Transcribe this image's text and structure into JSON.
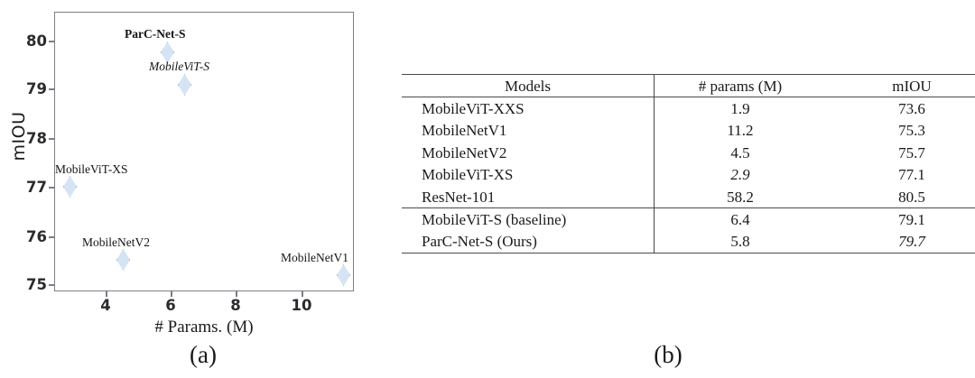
{
  "chart_data": [
    {
      "type": "scatter",
      "panel": "a",
      "caption": "(a)",
      "title": "",
      "xlabel": "# Params. (M)",
      "ylabel": "mIOU",
      "xlim": [
        2.2,
        11.9
      ],
      "ylim": [
        75.0,
        80.45
      ],
      "xticks": [
        "4",
        "6",
        "8",
        "10"
      ],
      "xtick_values": [
        4,
        6,
        8,
        10
      ],
      "yticks": [
        "75",
        "76",
        "77",
        "78",
        "79",
        "80"
      ],
      "ytick_values": [
        75,
        76,
        77,
        78,
        79,
        80
      ],
      "grid": false,
      "legend": "none",
      "marker": "diamond",
      "marker_fill": "#d5e3f5",
      "marker_edge": "#7ea6d6",
      "points": [
        {
          "label": "ParC-Net-S",
          "x": 5.8,
          "y": 79.7,
          "style": "bold",
          "label_pos": "above"
        },
        {
          "label": "MobileViT-S",
          "x": 6.4,
          "y": 79.1,
          "style": "italic",
          "label_pos": "above"
        },
        {
          "label": "MobileViT-XS",
          "x": 2.9,
          "y": 77.1,
          "style": "normal",
          "label_pos": "above"
        },
        {
          "label": "MobileNetV2",
          "x": 4.5,
          "y": 75.7,
          "style": "normal",
          "label_pos": "above"
        },
        {
          "label": "MobileNetV1",
          "x": 11.2,
          "y": 75.3,
          "style": "normal",
          "label_pos": "above-left"
        }
      ]
    },
    {
      "type": "table",
      "panel": "b",
      "caption": "(b)",
      "columns": [
        "Models",
        "# params (M)",
        "mIOU"
      ],
      "rows": [
        {
          "model": "MobileViT-XXS",
          "params": "1.9",
          "miou": "73.6",
          "params_style": "bold",
          "miou_style": "normal"
        },
        {
          "model": "MobileNetV1",
          "params": "11.2",
          "miou": "75.3",
          "params_style": "normal",
          "miou_style": "normal"
        },
        {
          "model": "MobileNetV2",
          "params": "4.5",
          "miou": "75.7",
          "params_style": "normal",
          "miou_style": "normal"
        },
        {
          "model": "MobileViT-XS",
          "params": "2.9",
          "miou": "77.1",
          "params_style": "italic",
          "miou_style": "normal"
        },
        {
          "model": "ResNet-101",
          "params": "58.2",
          "miou": "80.5",
          "params_style": "normal",
          "miou_style": "bold"
        },
        {
          "model": "MobileViT-S (baseline)",
          "params": "6.4",
          "miou": "79.1",
          "params_style": "normal",
          "miou_style": "normal"
        },
        {
          "model": "ParC-Net-S (Ours)",
          "params": "5.8",
          "miou": "79.7",
          "params_style": "normal",
          "miou_style": "italic"
        }
      ],
      "group_break_after_row": 4
    }
  ]
}
